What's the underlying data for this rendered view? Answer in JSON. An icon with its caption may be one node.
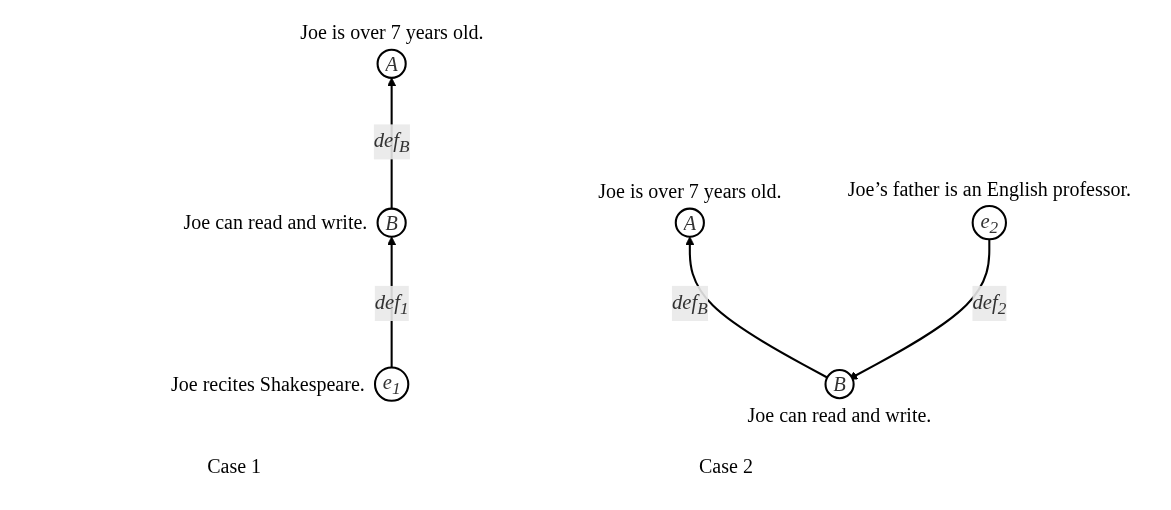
{
  "diagram": {
    "nodes": [
      {
        "text": [
          "A"
        ],
        "beside": [
          "Joe is over 7 years old."
        ]
      },
      {
        "text": [
          "B"
        ],
        "beside": [
          "Joe can read and write."
        ]
      },
      {
        "text": [
          "e$_{1}$"
        ],
        "beside": [
          "Joe recites Shakespeare."
        ]
      },
      {
        "text": [
          "A"
        ],
        "beside": [
          "Joe is over 7 years old."
        ]
      },
      {
        "text": [
          "e$_{2}$"
        ],
        "beside": [
          "Joe’s father is an English professor."
        ]
      },
      {
        "text": [
          "B"
        ],
        "beside": [
          "Joe can read and write."
        ]
      }
    ],
    "edges": [
      {
        "from": 1,
        "to": 0,
        "arrow": "to",
        "label": "def$_{B}$"
      },
      {
        "from": 2,
        "to": 1,
        "arrow": "to",
        "label": "def$_{1}$"
      },
      {
        "from": 5,
        "to": 3,
        "arrow": "to",
        "label": "def$_{B}$"
      },
      {
        "from": 4,
        "to": 5,
        "arrow": "to",
        "label": "def$_{2}$"
      }
    ],
    "labels": [
      "Case 1",
      "Case 2"
    ]
  }
}
